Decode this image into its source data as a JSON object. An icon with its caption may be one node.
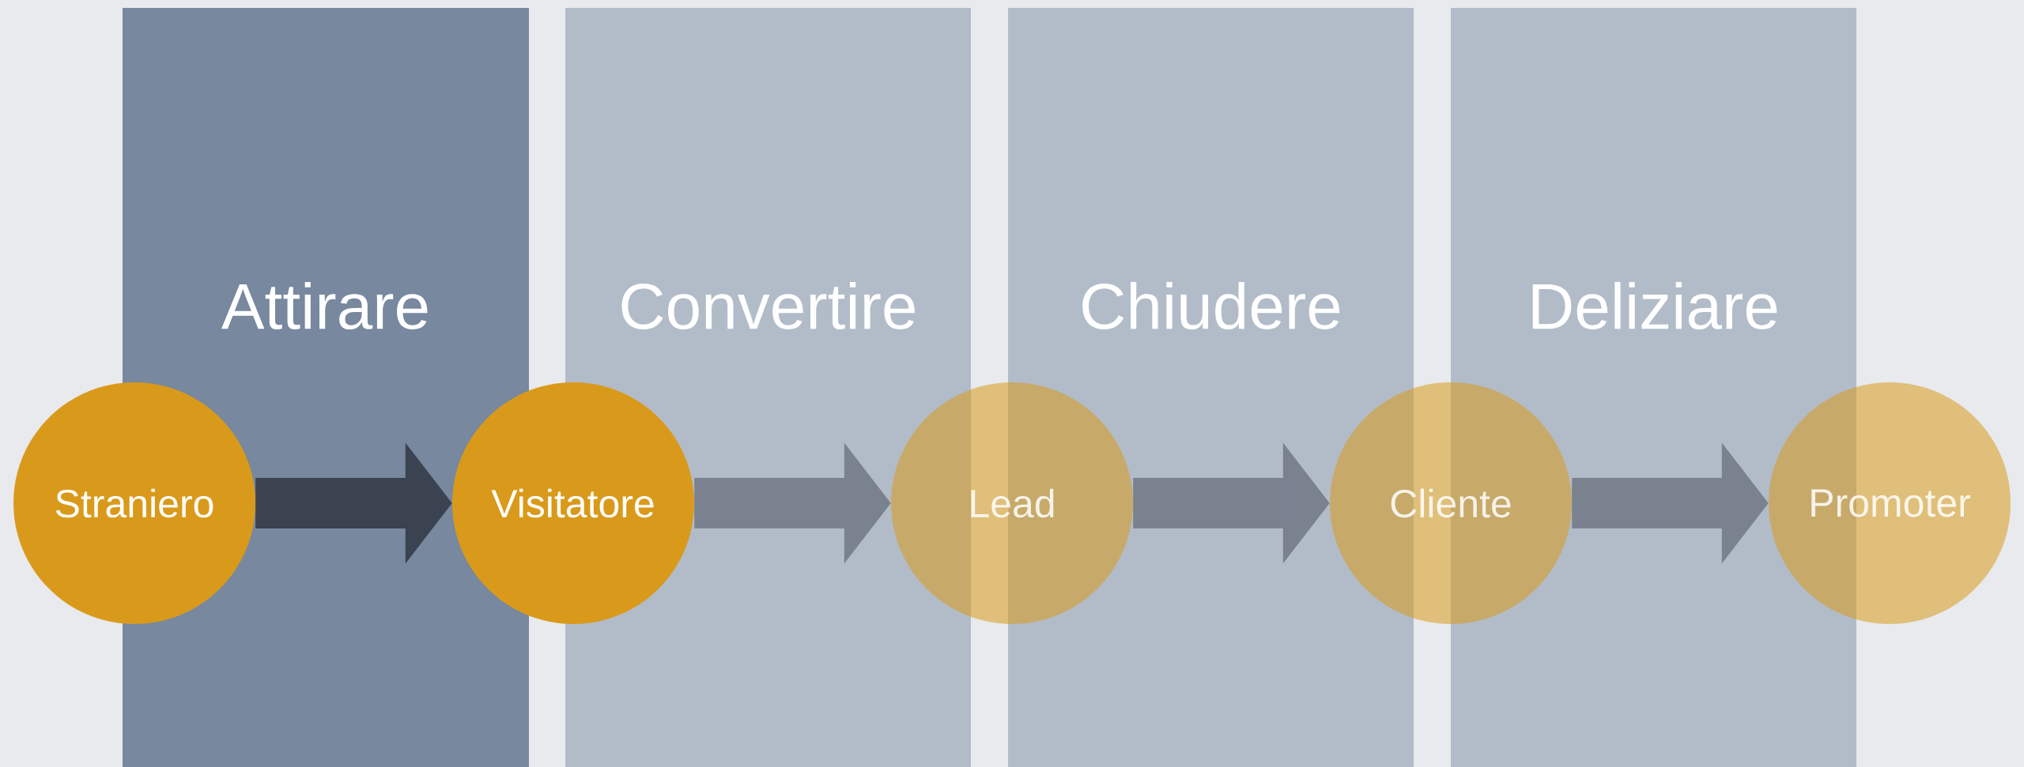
{
  "diagram": {
    "nodes": [
      {
        "text": [
          "Attirare"
        ]
      },
      {
        "text": [
          "Convertire"
        ]
      },
      {
        "text": [
          "Chiudere"
        ]
      },
      {
        "text": [
          "Deliziare"
        ]
      },
      {
        "text": [
          "Straniero"
        ]
      },
      {
        "text": [
          "Visitatore"
        ]
      },
      {
        "text": [
          "Lead"
        ]
      },
      {
        "text": [
          "Cliente"
        ]
      },
      {
        "text": [
          "Promoter"
        ]
      }
    ],
    "edges": [
      {
        "from": 4,
        "to": 5,
        "arrow": "to",
        "color": "#3b4250"
      },
      {
        "from": 5,
        "to": 6,
        "arrow": "to"
      },
      {
        "from": 6,
        "to": 7,
        "arrow": "to"
      },
      {
        "from": 7,
        "to": 8,
        "arrow": "to"
      }
    ]
  }
}
